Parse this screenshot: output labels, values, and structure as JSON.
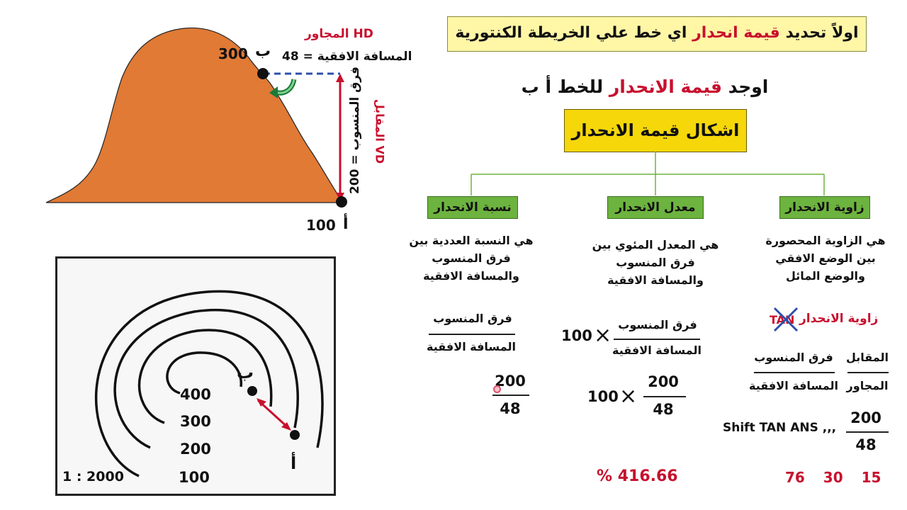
{
  "header": {
    "prefix": "اولاً تحديد",
    "highlight": "قيمة انحدار",
    "suffix": "اي خط علي الخريطة الكنتورية"
  },
  "question": {
    "prefix": "اوجد",
    "highlight": "قيمة الانحدار",
    "suffix": "للخط أ ب"
  },
  "forms_title": "اشكال قيمة الانحدار",
  "colors": {
    "mountain": "#e07a35",
    "accent_red": "#c8102e",
    "green": "#6db33f",
    "yellow": "#f5d70a"
  },
  "mountain": {
    "hd_label": "HD  المجاور",
    "horizontal_distance": "المسافة الافقية = 48",
    "point_b_label": "ب",
    "point_b_elevation": "300",
    "point_a_label": "أ",
    "point_a_elevation": "100",
    "vertical_label": "فرق المنسوب = 200",
    "vd_label": "VD المقابل"
  },
  "contour_map": {
    "labels": [
      "400",
      "300",
      "200",
      "100"
    ],
    "point_b": "ب",
    "point_a": "أ",
    "scale": "1 : 2000"
  },
  "columns": {
    "angle": {
      "title": "زاوية الانحدار",
      "desc": [
        "هي الزاوية المحصورة",
        "بين الوضع الافقي",
        "والوضع المائل"
      ],
      "formula_title": "زاوية الانحدار",
      "tan": "TAN",
      "opposite": "المقابل",
      "adjacent": "المجاور",
      "vd": "فرق المنسوب",
      "hd": "المسافة الافقية",
      "calc": "Shift TAN ANS ,,,",
      "num": "200",
      "den": "48",
      "result": [
        "15",
        "30",
        "76"
      ]
    },
    "rate": {
      "title": "معدل الانحدار",
      "desc": [
        "هي المعدل المئوي بين",
        "فرق المنسوب",
        "والمسافة الافقية"
      ],
      "num_label": "فرق المنسوب",
      "den_label": "المسافة الافقية",
      "times": "100",
      "num": "200",
      "den": "48",
      "times2": "100",
      "result": "% 416.66"
    },
    "ratio": {
      "title": "نسبة الانحدار",
      "desc": [
        "هي النسبة العددية بين",
        "فرق المنسوب",
        "والمسافة الافقية"
      ],
      "num_label": "فرق المنسوب",
      "den_label": "المسافة الافقية",
      "num": "200",
      "den": "48"
    }
  }
}
